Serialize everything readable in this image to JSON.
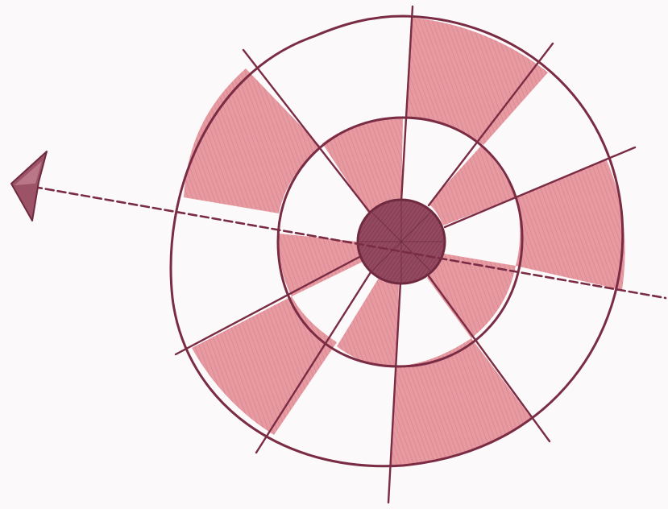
{
  "drawing": {
    "subject": "target-with-arrow",
    "rings": 3,
    "segments_per_ring": 8,
    "colors": {
      "paper": "#fbf9f9",
      "shade": "#e1878f",
      "bullseye": "#8a3f56",
      "ink": "#7a2c44"
    }
  }
}
